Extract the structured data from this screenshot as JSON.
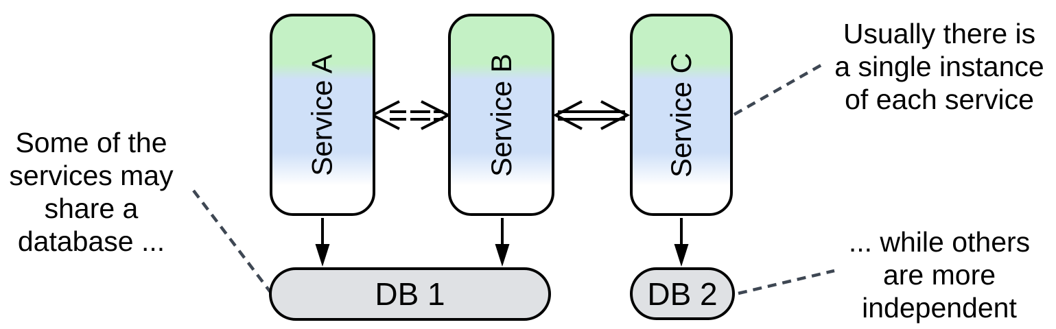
{
  "diagram": {
    "services": [
      {
        "label": "Service A"
      },
      {
        "label": "Service B"
      },
      {
        "label": "Service C"
      }
    ],
    "databases": [
      {
        "label": "DB 1"
      },
      {
        "label": "DB 2"
      }
    ],
    "annotations": {
      "left": "Some of the\nservices may\nshare a\ndatabase ...",
      "top_right": "Usually there is\na single instance\nof each service",
      "bottom_right": "... while others\nare more\nindependent"
    },
    "connections": [
      "Service A <=> Service B",
      "Service B <=> Service C",
      "Service A -> DB 1",
      "Service B -> DB 1",
      "Service C -> DB 2"
    ]
  },
  "colors": {
    "line": "#000000",
    "dash": "#3e4753",
    "service_top": "#c4f1c5",
    "service_mid": "#cfe0f8",
    "service_bottom": "#ffffff",
    "db_fill": "#dfe1e4",
    "background": "#ffffff",
    "text": "#000000"
  }
}
